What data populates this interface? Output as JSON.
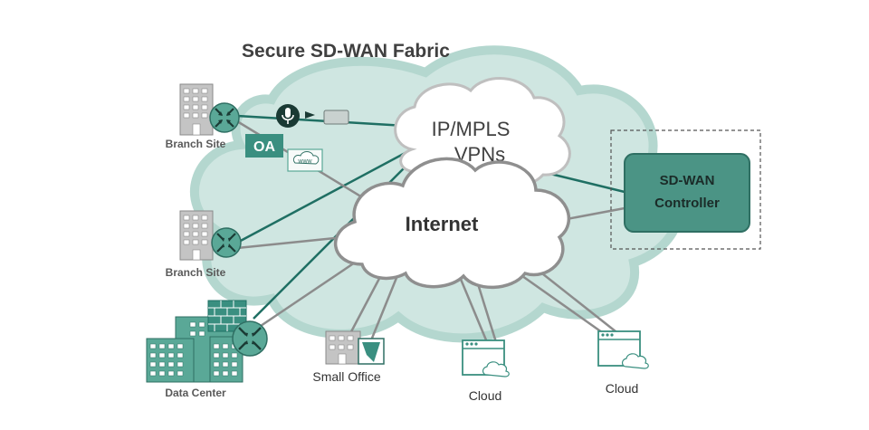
{
  "diagram": {
    "title": "Secure SD-WAN Fabric",
    "clouds": {
      "mpls_label_line1": "IP/MPLS",
      "mpls_label_line2": "VPNs",
      "internet_label": "Internet"
    },
    "controller": {
      "line1": "SD-WAN",
      "line2": "Controller"
    },
    "badges": {
      "oa": "OA",
      "www": "www"
    },
    "sites": {
      "branch_top": "Branch Site",
      "branch_mid": "Branch Site",
      "data_center": "Data Center",
      "small_office": "Small Office",
      "cloud_1": "Cloud",
      "cloud_2": "Cloud"
    },
    "colors": {
      "teal_dark": "#1f6f63",
      "teal": "#3a8f80",
      "teal_light": "#cfe6e1",
      "fabric": "#b9dcd5",
      "grey_line": "#8a8a8a",
      "building": "#bfbfbf"
    }
  }
}
